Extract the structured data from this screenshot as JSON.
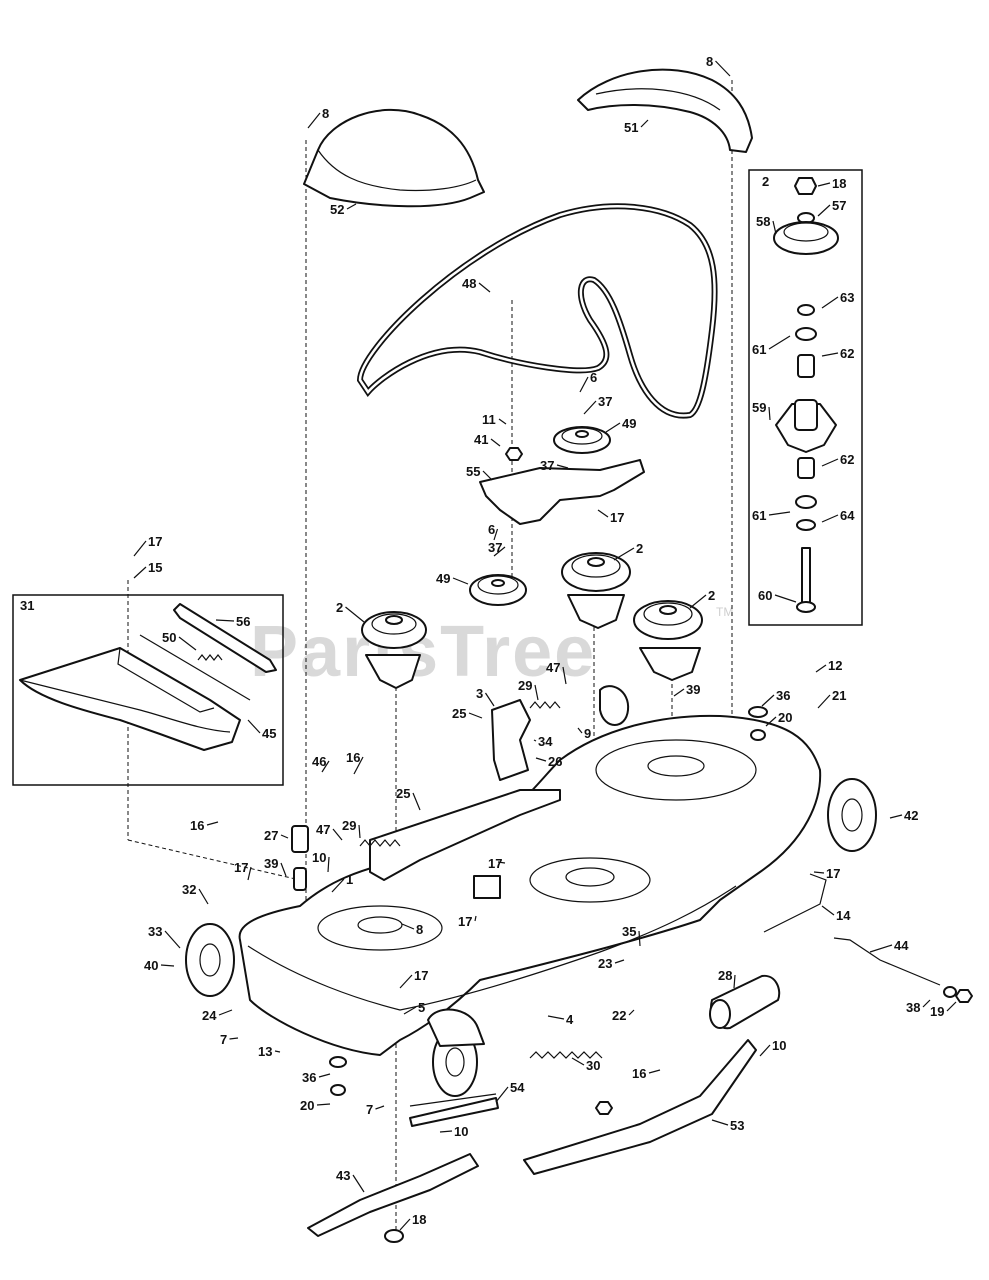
{
  "watermark": "PartsTree",
  "watermark_tm": "TM",
  "callouts": [
    {
      "label": "8"
    },
    {
      "label": "51"
    },
    {
      "label": "8"
    },
    {
      "label": "52"
    },
    {
      "label": "2"
    },
    {
      "label": "18"
    },
    {
      "label": "57"
    },
    {
      "label": "58"
    },
    {
      "label": "63"
    },
    {
      "label": "61"
    },
    {
      "label": "62"
    },
    {
      "label": "59"
    },
    {
      "label": "62"
    },
    {
      "label": "61"
    },
    {
      "label": "64"
    },
    {
      "label": "60"
    },
    {
      "label": "48"
    },
    {
      "label": "6"
    },
    {
      "label": "37"
    },
    {
      "label": "11"
    },
    {
      "label": "49"
    },
    {
      "label": "41"
    },
    {
      "label": "37"
    },
    {
      "label": "55"
    },
    {
      "label": "17"
    },
    {
      "label": "6"
    },
    {
      "label": "37"
    },
    {
      "label": "2"
    },
    {
      "label": "49"
    },
    {
      "label": "2"
    },
    {
      "label": "2"
    },
    {
      "label": "17"
    },
    {
      "label": "15"
    },
    {
      "label": "31"
    },
    {
      "label": "56"
    },
    {
      "label": "50"
    },
    {
      "label": "45"
    },
    {
      "label": "47"
    },
    {
      "label": "12"
    },
    {
      "label": "29"
    },
    {
      "label": "39"
    },
    {
      "label": "36"
    },
    {
      "label": "21"
    },
    {
      "label": "3"
    },
    {
      "label": "20"
    },
    {
      "label": "25"
    },
    {
      "label": "34"
    },
    {
      "label": "9"
    },
    {
      "label": "26"
    },
    {
      "label": "46"
    },
    {
      "label": "16"
    },
    {
      "label": "16"
    },
    {
      "label": "25"
    },
    {
      "label": "42"
    },
    {
      "label": "27"
    },
    {
      "label": "47"
    },
    {
      "label": "29"
    },
    {
      "label": "10"
    },
    {
      "label": "17"
    },
    {
      "label": "39"
    },
    {
      "label": "1"
    },
    {
      "label": "17"
    },
    {
      "label": "32"
    },
    {
      "label": "17"
    },
    {
      "label": "17"
    },
    {
      "label": "8"
    },
    {
      "label": "14"
    },
    {
      "label": "33"
    },
    {
      "label": "35"
    },
    {
      "label": "44"
    },
    {
      "label": "40"
    },
    {
      "label": "23"
    },
    {
      "label": "17"
    },
    {
      "label": "28"
    },
    {
      "label": "24"
    },
    {
      "label": "5"
    },
    {
      "label": "4"
    },
    {
      "label": "22"
    },
    {
      "label": "38"
    },
    {
      "label": "19"
    },
    {
      "label": "7"
    },
    {
      "label": "13"
    },
    {
      "label": "30"
    },
    {
      "label": "16"
    },
    {
      "label": "10"
    },
    {
      "label": "36"
    },
    {
      "label": "20"
    },
    {
      "label": "7"
    },
    {
      "label": "54"
    },
    {
      "label": "53"
    },
    {
      "label": "10"
    },
    {
      "label": "43"
    },
    {
      "label": "18"
    }
  ]
}
